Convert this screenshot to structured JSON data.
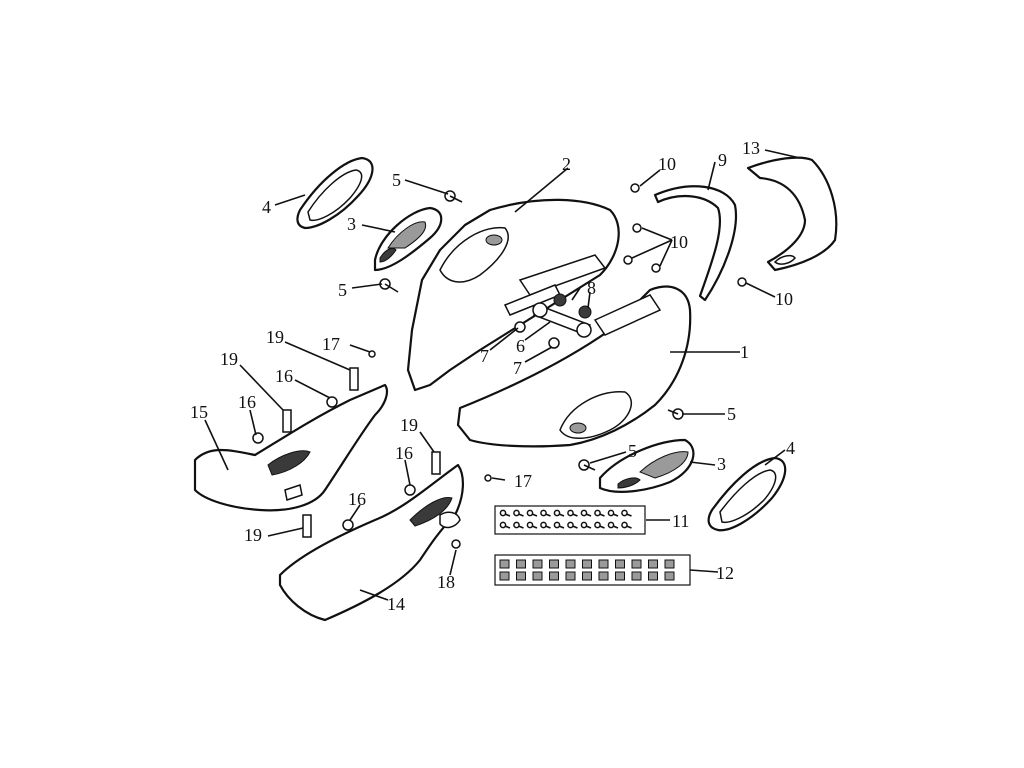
{
  "callouts": {
    "c1": "1",
    "c2": "2",
    "c3a": "3",
    "c3b": "3",
    "c4a": "4",
    "c4b": "4",
    "c5a": "5",
    "c5b": "5",
    "c5c": "5",
    "c5d": "5",
    "c6": "6",
    "c7a": "7",
    "c7b": "7",
    "c8": "8",
    "c9": "9",
    "c10a": "10",
    "c10b": "10",
    "c10c": "10",
    "c11": "11",
    "c12": "12",
    "c13": "13",
    "c14": "14",
    "c15": "15",
    "c16a": "16",
    "c16b": "16",
    "c16c": "16",
    "c16d": "16",
    "c17a": "17",
    "c17b": "17",
    "c18": "18",
    "c19a": "19",
    "c19b": "19",
    "c19c": "19",
    "c19d": "19"
  }
}
